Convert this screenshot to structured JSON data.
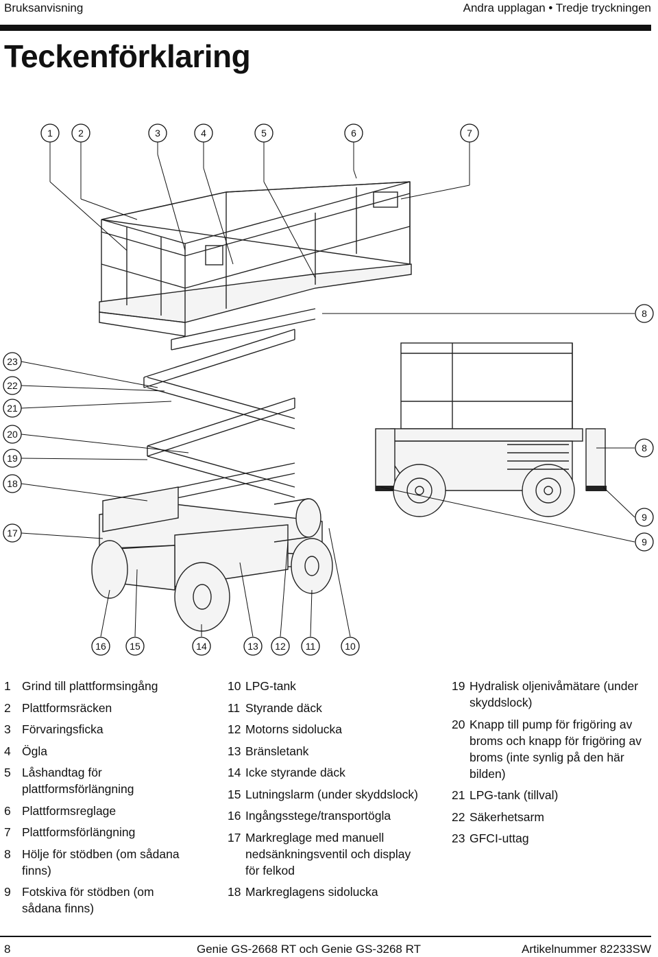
{
  "header": {
    "left": "Bruksanvisning",
    "right": "Andra upplagan • Tredje tryckningen"
  },
  "title": "Teckenförklaring",
  "callouts": {
    "top": [
      "1",
      "2",
      "3",
      "4",
      "5",
      "6",
      "7"
    ],
    "left": [
      "23",
      "22",
      "21",
      "20",
      "19",
      "18",
      "17"
    ],
    "right": [
      "8",
      "8",
      "9",
      "9"
    ],
    "bottom": [
      "16",
      "15",
      "14",
      "13",
      "12",
      "11",
      "10"
    ]
  },
  "legend": {
    "col1": [
      {
        "num": "1",
        "text": "Grind till plattformsingång"
      },
      {
        "num": "2",
        "text": "Plattformsräcken"
      },
      {
        "num": "3",
        "text": "Förvaringsficka"
      },
      {
        "num": "4",
        "text": "Ögla"
      },
      {
        "num": "5",
        "text": "Låshandtag för plattformsförlängning"
      },
      {
        "num": "6",
        "text": "Plattformsreglage"
      },
      {
        "num": "7",
        "text": "Plattformsförlängning"
      },
      {
        "num": "8",
        "text": "Hölje för stödben (om sådana finns)"
      },
      {
        "num": "9",
        "text": "Fotskiva för stödben (om sådana finns)"
      }
    ],
    "col2": [
      {
        "num": "10",
        "text": "LPG-tank"
      },
      {
        "num": "11",
        "text": "Styrande däck"
      },
      {
        "num": "12",
        "text": "Motorns sidolucka"
      },
      {
        "num": "13",
        "text": "Bränsletank"
      },
      {
        "num": "14",
        "text": "Icke styrande däck"
      },
      {
        "num": "15",
        "text": "Lutningslarm (under skyddslock)"
      },
      {
        "num": "16",
        "text": "Ingångsstege/transportögla"
      },
      {
        "num": "17",
        "text": "Markreglage med manuell nedsänkningsventil och display för felkod"
      },
      {
        "num": "18",
        "text": "Markreglagens sidolucka"
      }
    ],
    "col3": [
      {
        "num": "19",
        "text": "Hydralisk oljenivåmätare (under skyddslock)"
      },
      {
        "num": "20",
        "text": "Knapp till pump för frigöring av broms och knapp för frigöring av broms (inte synlig på den här bilden)"
      },
      {
        "num": "21",
        "text": "LPG-tank (tillval)"
      },
      {
        "num": "22",
        "text": "Säkerhetsarm"
      },
      {
        "num": "23",
        "text": "GFCI-uttag"
      }
    ]
  },
  "footer": {
    "page": "8",
    "product": "Genie GS-2668 RT och Genie GS-3268 RT",
    "article": "Artikelnummer  82233SW"
  }
}
